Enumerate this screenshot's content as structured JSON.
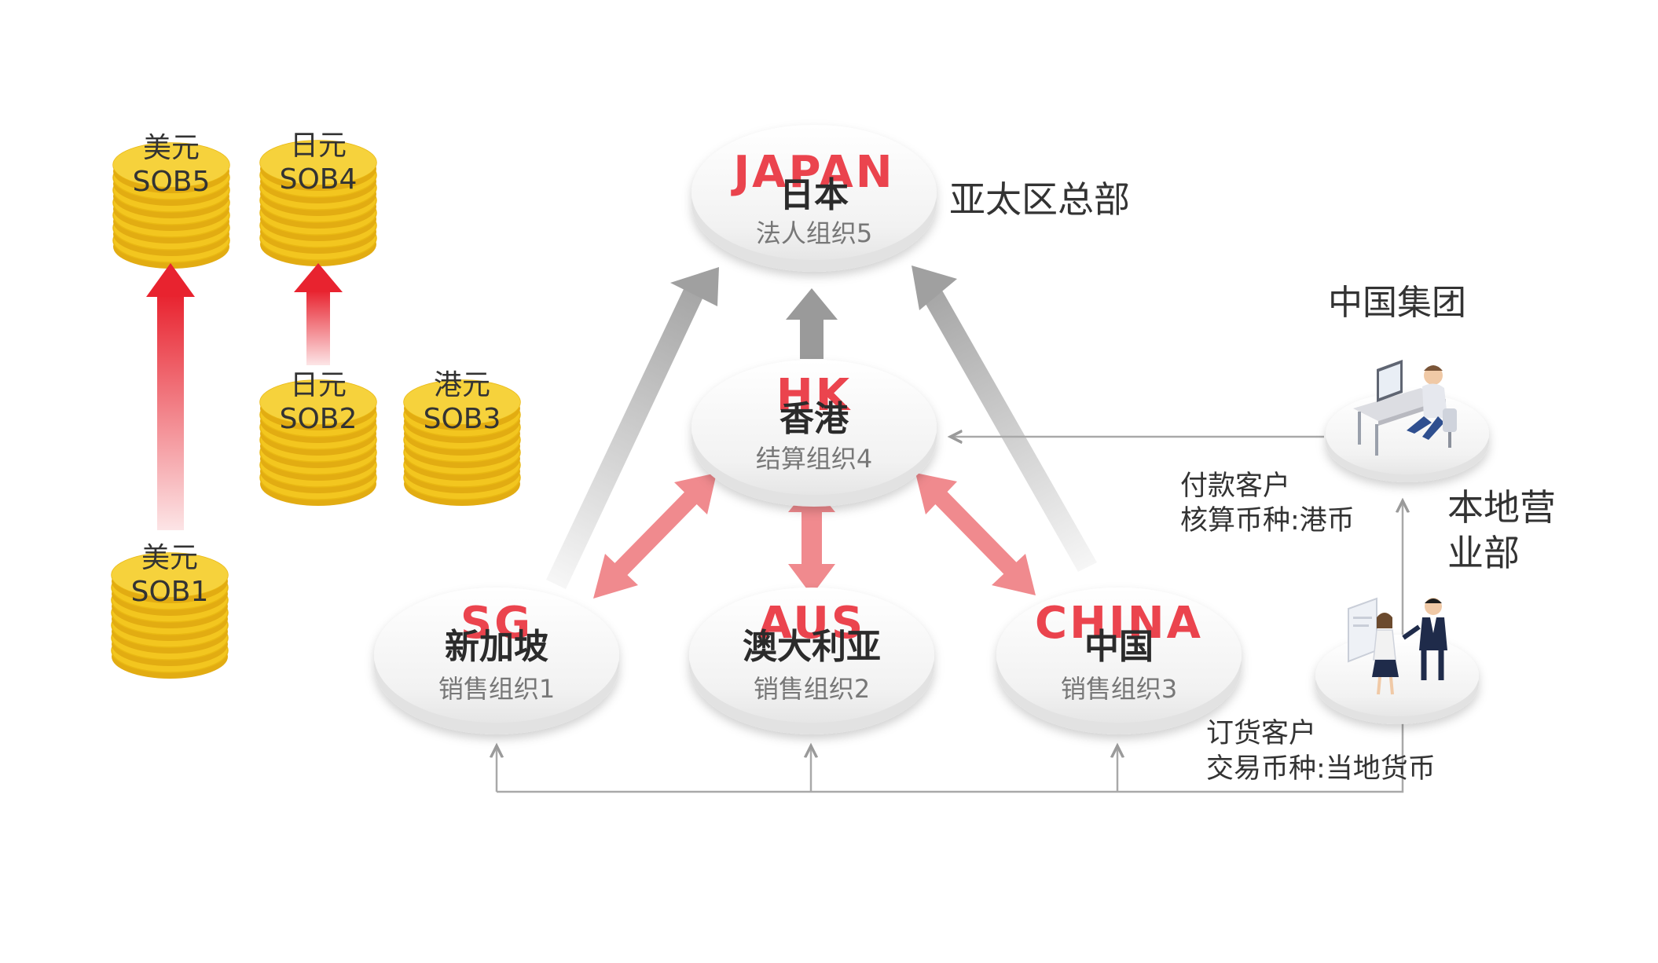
{
  "coins": [
    {
      "id": "sob5",
      "line1": "美元",
      "line2": "SOB5"
    },
    {
      "id": "sob4",
      "line1": "日元",
      "line2": "SOB4"
    },
    {
      "id": "sob2",
      "line1": "日元",
      "line2": "SOB2"
    },
    {
      "id": "sob3",
      "line1": "港元",
      "line2": "SOB3"
    },
    {
      "id": "sob1",
      "line1": "美元",
      "line2": "SOB1"
    }
  ],
  "nodes": {
    "japan": {
      "tag": "JAPAN",
      "name": "日本",
      "sub": "法人组织5"
    },
    "hk": {
      "tag": "HK",
      "name": "香港",
      "sub": "结算组织4"
    },
    "sg": {
      "tag": "SG",
      "name": "新加坡",
      "sub": "销售组织1"
    },
    "aus": {
      "tag": "AUS",
      "name": "澳大利亚",
      "sub": "销售组织2"
    },
    "china": {
      "tag": "CHINA",
      "name": "中国",
      "sub": "销售组织3"
    }
  },
  "labels": {
    "apac_hq": "亚太区总部",
    "china_group": "中国集团",
    "local_business_line1": "本地营",
    "local_business_line2": "业部",
    "payer_line1": "付款客户",
    "payer_line2": "核算币种:港币",
    "order_line1": "订货客户",
    "order_line2": "交易币种:当地货币"
  },
  "colors": {
    "coin_gold": "#f3c61f",
    "accent_red": "#e8232f",
    "arrow_pink": "#f08a8e",
    "arrow_gray": "#9a9a9a",
    "connector_gray": "#a9a9a9"
  }
}
